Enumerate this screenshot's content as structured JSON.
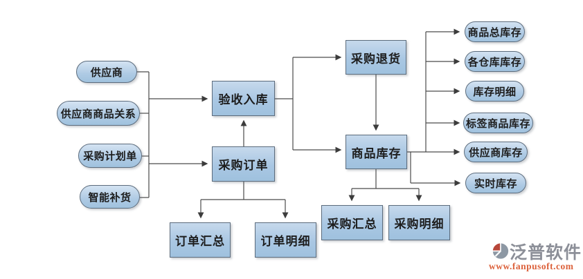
{
  "colors": {
    "node_fill": "#a9c7e3",
    "node_fill_light": "#d4e3f2",
    "node_border": "#5b6b7c",
    "connector": "#4a4a4a",
    "node_text": "#1d1d1d",
    "logo_red": "#b8473a",
    "logo_gray": "#8d98a4",
    "logo_text_gray": "#8c8f98",
    "url_orange": "#dc613b"
  },
  "nodes": {
    "sources": [
      {
        "label": "供应商"
      },
      {
        "label": "供应商商品关系"
      },
      {
        "label": "采购计划单"
      },
      {
        "label": "智能补货"
      }
    ],
    "processes": {
      "acceptance_inbound": {
        "label": "验收入库"
      },
      "purchase_order": {
        "label": "采购订单"
      },
      "purchase_return": {
        "label": "采购退货"
      },
      "product_inventory": {
        "label": "商品库存"
      }
    },
    "order_reports": [
      {
        "label": "订单汇总"
      },
      {
        "label": "订单明细"
      }
    ],
    "purchase_reports": [
      {
        "label": "采购汇总"
      },
      {
        "label": "采购明细"
      }
    ],
    "inventory_views": [
      {
        "label": "商品总库存"
      },
      {
        "label": "各仓库库存"
      },
      {
        "label": "库存明细"
      },
      {
        "label": "标签商品库存"
      },
      {
        "label": "供应商库存"
      },
      {
        "label": "实时库存"
      }
    ]
  },
  "branding": {
    "name": "泛普软件",
    "url": "www.fanpusoft.com"
  }
}
